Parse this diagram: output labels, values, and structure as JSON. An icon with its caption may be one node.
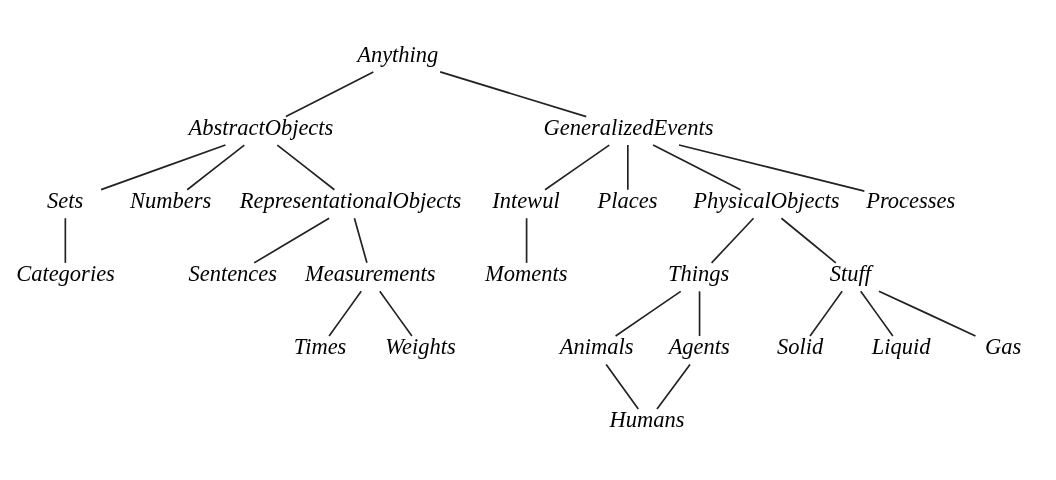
{
  "diagram": {
    "nodes": [
      {
        "text": [
          "Anything"
        ]
      },
      {
        "text": [
          "AbstractObjects"
        ]
      },
      {
        "text": [
          "GeneralizedEvents"
        ]
      },
      {
        "text": [
          "Sets"
        ]
      },
      {
        "text": [
          "Numbers"
        ]
      },
      {
        "text": [
          "RepresentationalObjects"
        ]
      },
      {
        "text": [
          "Intewul"
        ]
      },
      {
        "text": [
          "Places"
        ]
      },
      {
        "text": [
          "PhysicalObjects"
        ]
      },
      {
        "text": [
          "Processes"
        ]
      },
      {
        "text": [
          "Categories"
        ]
      },
      {
        "text": [
          "Sentences"
        ]
      },
      {
        "text": [
          "Measurements"
        ]
      },
      {
        "text": [
          "Moments"
        ]
      },
      {
        "text": [
          "Things"
        ]
      },
      {
        "text": [
          "Stuff"
        ]
      },
      {
        "text": [
          "Times"
        ]
      },
      {
        "text": [
          "Weights"
        ]
      },
      {
        "text": [
          "Animals"
        ]
      },
      {
        "text": [
          "Agents"
        ]
      },
      {
        "text": [
          "Solid"
        ]
      },
      {
        "text": [
          "Liquid"
        ]
      },
      {
        "text": [
          "Gas"
        ]
      },
      {
        "text": [
          "Humans"
        ]
      }
    ],
    "edges": [
      {
        "from": 0,
        "to": 1,
        "arrow": "none"
      },
      {
        "from": 0,
        "to": 2,
        "arrow": "none"
      },
      {
        "from": 1,
        "to": 3,
        "arrow": "none"
      },
      {
        "from": 1,
        "to": 4,
        "arrow": "none"
      },
      {
        "from": 1,
        "to": 5,
        "arrow": "none"
      },
      {
        "from": 2,
        "to": 6,
        "arrow": "none"
      },
      {
        "from": 2,
        "to": 7,
        "arrow": "none"
      },
      {
        "from": 2,
        "to": 8,
        "arrow": "none"
      },
      {
        "from": 2,
        "to": 9,
        "arrow": "none"
      },
      {
        "from": 3,
        "to": 10,
        "arrow": "none"
      },
      {
        "from": 5,
        "to": 11,
        "arrow": "none"
      },
      {
        "from": 5,
        "to": 12,
        "arrow": "none"
      },
      {
        "from": 6,
        "to": 13,
        "arrow": "none"
      },
      {
        "from": 8,
        "to": 14,
        "arrow": "none"
      },
      {
        "from": 8,
        "to": 15,
        "arrow": "none"
      },
      {
        "from": 12,
        "to": 16,
        "arrow": "none"
      },
      {
        "from": 12,
        "to": 17,
        "arrow": "none"
      },
      {
        "from": 14,
        "to": 18,
        "arrow": "none"
      },
      {
        "from": 14,
        "to": 19,
        "arrow": "none"
      },
      {
        "from": 15,
        "to": 20,
        "arrow": "none"
      },
      {
        "from": 15,
        "to": 21,
        "arrow": "none"
      },
      {
        "from": 15,
        "to": 22,
        "arrow": "none"
      },
      {
        "from": 18,
        "to": 23,
        "arrow": "none"
      },
      {
        "from": 19,
        "to": 23,
        "arrow": "none"
      }
    ]
  }
}
